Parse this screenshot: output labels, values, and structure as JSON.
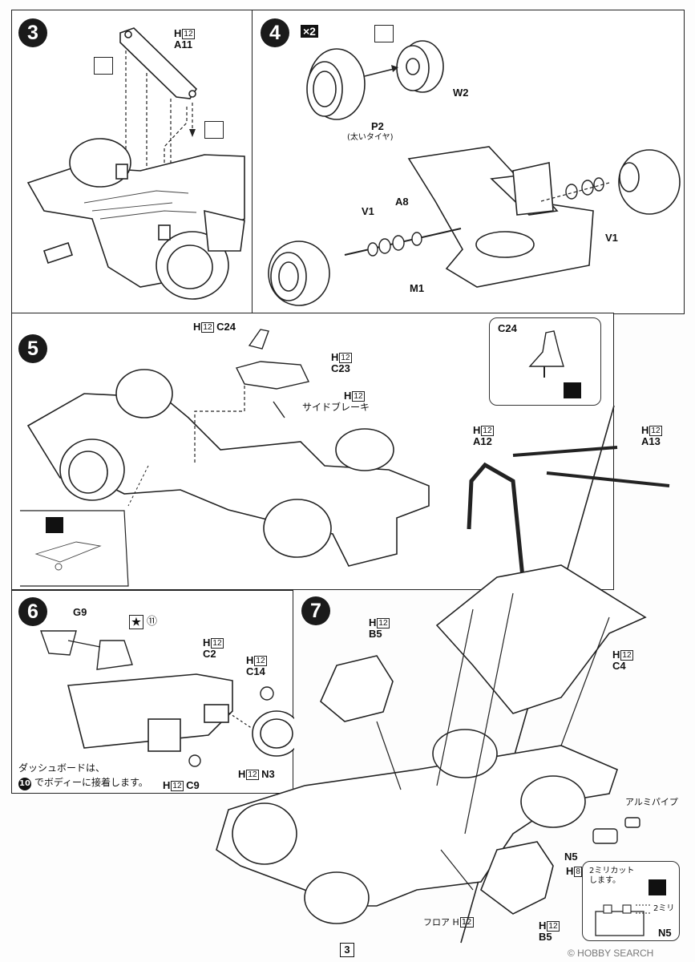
{
  "page": {
    "number": "3"
  },
  "watermark": "© HOBBY SEARCH",
  "steps": {
    "s3": {
      "num": "3",
      "h_part": "H",
      "h_num": "12",
      "part": "A11"
    },
    "s4": {
      "num": "4",
      "multiplier": "×2",
      "p2": "P2",
      "p2_note": "(太いタイヤ)",
      "w2": "W2",
      "v1_left": "V1",
      "a8": "A8",
      "m1": "M1",
      "v1_right": "V1"
    },
    "s5": {
      "num": "5",
      "c24_h": "H",
      "c24_hn": "12",
      "c24": "C24",
      "c23_h": "H",
      "c23_hn": "12",
      "c23": "C23",
      "brake_h": "H",
      "brake_hn": "12",
      "brake": "サイドブレーキ",
      "inset_c24": "C24"
    },
    "s6": {
      "num": "6",
      "g9": "G9",
      "star_ref": "⑪",
      "c2_h": "H",
      "c2_hn": "12",
      "c2": "C2",
      "c14_h": "H",
      "c14_hn": "12",
      "c14": "C14",
      "n3_h": "H",
      "n3_hn": "12",
      "n3": "N3",
      "c9_h": "H",
      "c9_hn": "12",
      "c9": "C9",
      "note_line1": "ダッシュボードは、",
      "note_ref": "10",
      "note_line2": "でボディーに接着します。"
    },
    "s7": {
      "num": "7",
      "a12_h": "H",
      "a12_hn": "12",
      "a12": "A12",
      "a13_h": "H",
      "a13_hn": "12",
      "a13": "A13",
      "b5_top_h": "H",
      "b5_top_hn": "12",
      "b5_top": "B5",
      "c4_h": "H",
      "c4_hn": "12",
      "c4": "C4",
      "alu_pipe": "アルミパイプ",
      "n5": "N5",
      "h8_h": "H",
      "h8_hn": "8",
      "cut_note1": "2ミリカット",
      "cut_note2": "します。",
      "two_mm": "2ミリ",
      "n5_inset": "N5",
      "floor": "フロア",
      "floor_h": "H",
      "floor_hn": "12",
      "b5_bot_h": "H",
      "b5_bot_hn": "12",
      "b5_bot": "B5"
    }
  },
  "icons": [
    "no-glue-icon",
    "cement-glue-icon",
    "star-marker-icon"
  ]
}
